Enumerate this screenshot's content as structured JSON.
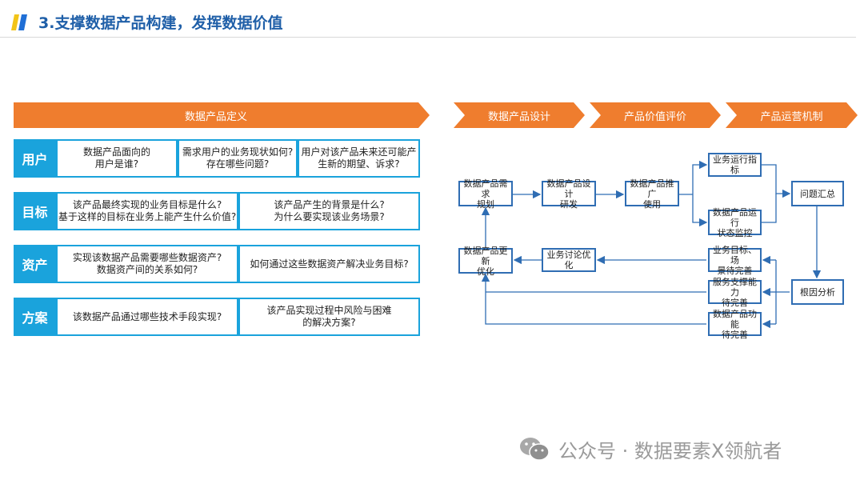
{
  "header": {
    "title": "3.支撑数据产品构建，发挥数据价值",
    "accent_colors": [
      "#f2c418",
      "#1f6fd6"
    ]
  },
  "stages": [
    "数据产品定义",
    "数据产品设计",
    "产品价值评价",
    "产品运营机制"
  ],
  "rows": [
    {
      "head": "用户",
      "cells": [
        "数据产品面向的\n用户是谁?",
        "需求用户的业务现状如何?\n存在哪些问题?",
        "用户对该产品未来还可能产\n生新的期望、诉求?"
      ]
    },
    {
      "head": "目标",
      "cells": [
        "该产品最终实现的业务目标是什么?\n基于这样的目标在业务上能产生什么价值?",
        "该产品产生的背景是什么?\n为什么要实现该业务场景?"
      ]
    },
    {
      "head": "资产",
      "cells": [
        "实现该数据产品需要哪些数据资产?\n数据资产间的关系如何?",
        "如何通过这些数据资产解决业务目标?"
      ]
    },
    {
      "head": "方案",
      "cells": [
        "该数据产品通过哪些技术手段实现?",
        "该产品实现过程中风险与困难\n的解决方案?"
      ]
    }
  ],
  "flow": {
    "req": "数据产品需求\n规划",
    "design": "数据产品设计\n研发",
    "promote": "数据产品推广\n使用",
    "indicator": "业务运行指标",
    "monitor": "数据产品运行\n状态监控",
    "summary": "问题汇总",
    "rootcause": "根因分析",
    "goal": "业务目标、场\n景待完善",
    "service": "服务支撑能力\n待完善",
    "feature": "数据产品功能\n待完善",
    "discuss": "业务讨论优化",
    "update": "数据产品更新\n优化"
  },
  "watermark": "公众号 · 数据要素X领航者",
  "colors": {
    "orange": "#ef7d2e",
    "cyan": "#1aa3dc",
    "blue": "#2f6db3"
  }
}
